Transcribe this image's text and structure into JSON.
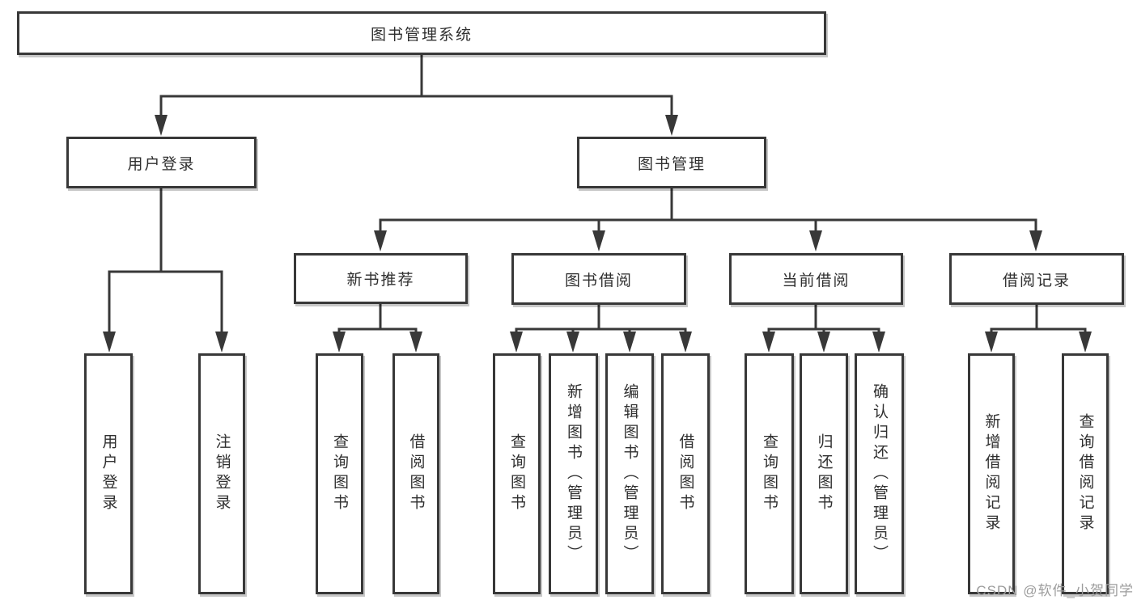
{
  "nodes": {
    "root": "图书管理系统",
    "level2": {
      "user_login": "用户登录",
      "book_mgmt": "图书管理"
    },
    "level3": {
      "new_books": "新书推荐",
      "book_borrow": "图书借阅",
      "current_borrow": "当前借阅",
      "borrow_records": "借阅记录"
    },
    "leaves": {
      "user_login": [
        "用户登录",
        "注销登录"
      ],
      "new_books": [
        "查询图书",
        "借阅图书"
      ],
      "book_borrow": [
        "查询图书",
        "新增图书（管理员）",
        "编辑图书（管理员）",
        "借阅图书"
      ],
      "current_borrow": [
        "查询图书",
        "归还图书",
        "确认归还（管理员）"
      ],
      "borrow_records": [
        "新增借阅记录",
        "查询借阅记录"
      ]
    }
  },
  "watermark": "CSDN @软件_小贺同学",
  "colors": {
    "line": "#383838",
    "text": "#2f2f2f",
    "watermark": "#9c9c9c",
    "background": "#ffffff"
  }
}
